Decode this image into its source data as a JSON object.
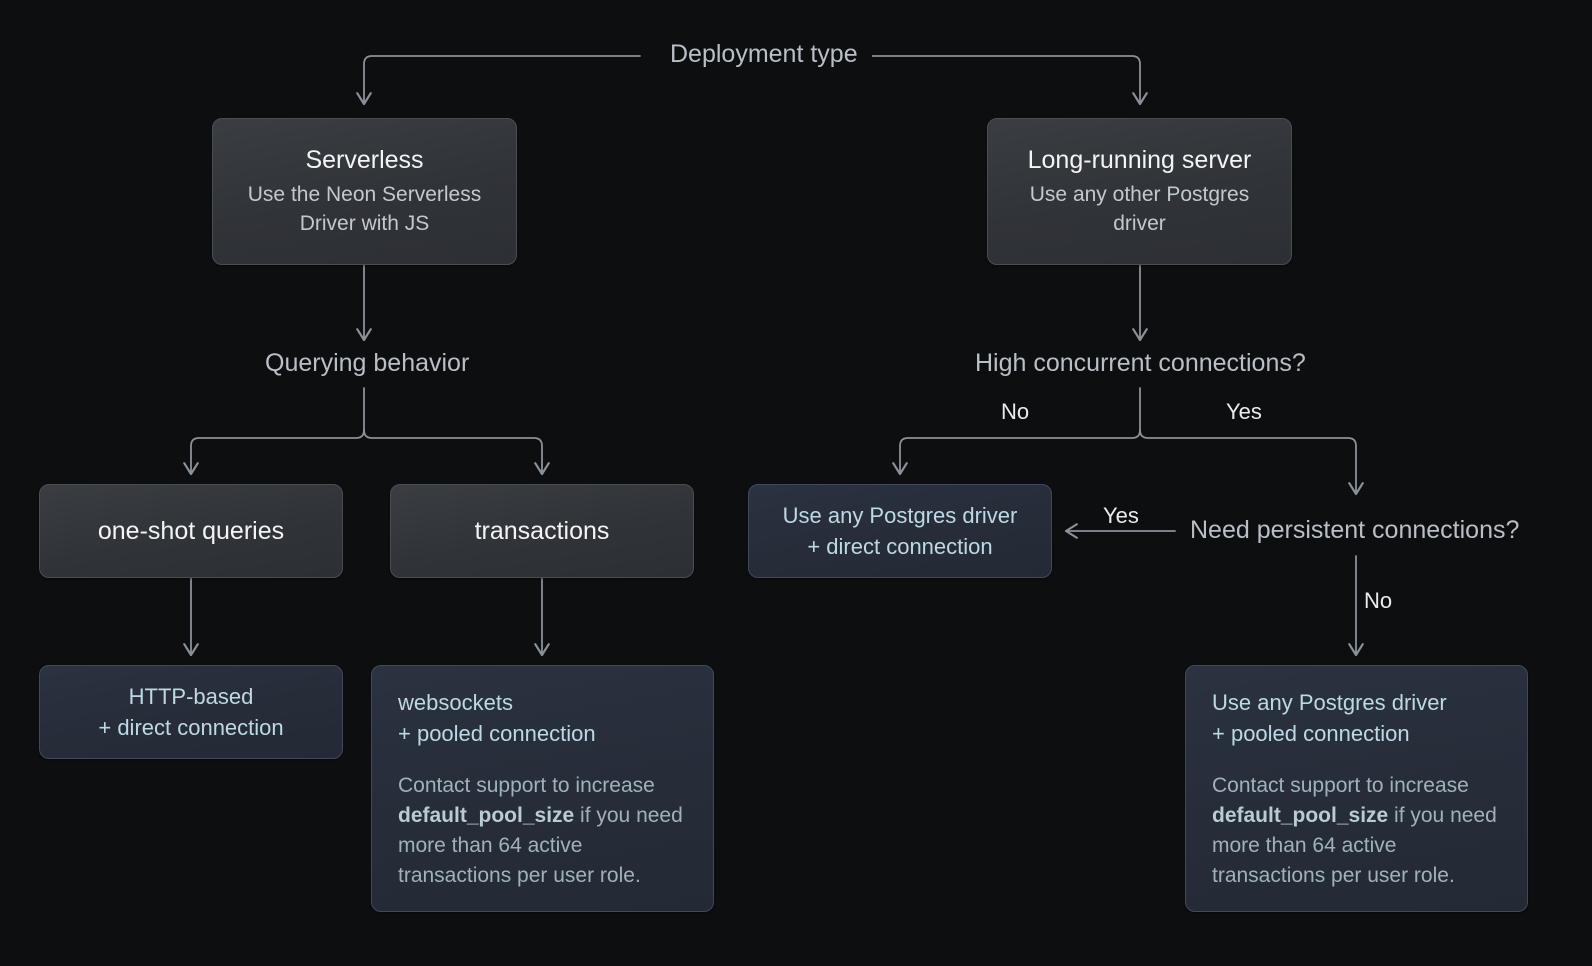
{
  "diagram": {
    "title": "Deployment type",
    "background_color": "#0d0e10",
    "connector_color": "#8a9199",
    "nodes": {
      "serverless": {
        "title": "Serverless",
        "subtitle": "Use the Neon Serverless Driver with JS"
      },
      "long_running": {
        "title": "Long-running server",
        "subtitle": "Use any other Postgres driver"
      },
      "querying_behavior": {
        "label": "Querying behavior"
      },
      "high_concurrent": {
        "label": "High concurrent connections?"
      },
      "one_shot": {
        "title": "one-shot queries"
      },
      "transactions": {
        "title": "transactions"
      },
      "direct_driver": {
        "headline_line1": "Use any Postgres driver",
        "headline_line2": "+ direct connection"
      },
      "need_persistent": {
        "label": "Need persistent connections?"
      },
      "http_based": {
        "headline_line1": "HTTP-based",
        "headline_line2": "+ direct connection"
      },
      "websockets": {
        "headline_line1": "websockets",
        "headline_line2": "+ pooled connection",
        "note_before": "Contact support to increase ",
        "note_code": "default_pool_size",
        "note_after": " if you need more than 64 active transactions per user role."
      },
      "pooled_driver": {
        "headline_line1": "Use any Postgres driver",
        "headline_line2": "+ pooled connection",
        "note_before": "Contact support to increase ",
        "note_code": "default_pool_size",
        "note_after": " if you need more than 64 active transactions per user role."
      }
    },
    "edge_labels": {
      "concurrent_no": "No",
      "concurrent_yes": "Yes",
      "persistent_yes": "Yes",
      "persistent_no": "No"
    }
  }
}
